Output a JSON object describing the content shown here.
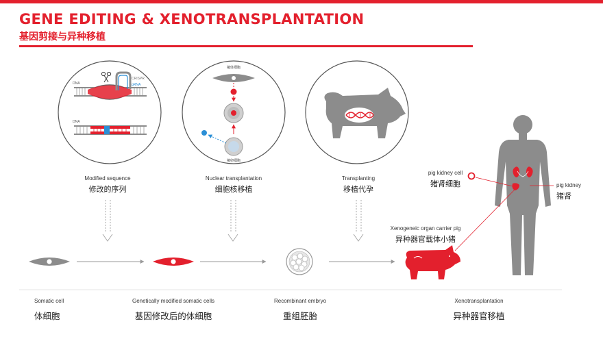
{
  "title": {
    "en": "GENE EDITING & XENOTRANSPLANTATION",
    "zh": "基因剪接与异种移植"
  },
  "colors": {
    "accent": "#e3202d",
    "grey": "#8c8c8c",
    "blue": "#2b8fd6"
  },
  "top_steps": [
    {
      "en": "Modified sequence",
      "zh": "修改的序列",
      "icon": "dna-editing-icon"
    },
    {
      "en": "Nuclear transplantation",
      "zh": "细胞核移植",
      "icon": "nuclear-transfer-icon"
    },
    {
      "en": "Transplanting",
      "zh": "移植代孕",
      "icon": "surrogate-pig-icon"
    }
  ],
  "dna_labels": {
    "dna_top": "DNA",
    "dna_bottom": "DNA",
    "crispr": "CRISPR",
    "grna": "gRNA"
  },
  "nuclear_labels": {
    "top_cell": "猪体细胞",
    "bottom_cell": "猪卵细胞"
  },
  "bottom_steps": [
    {
      "en": "Somatic cell",
      "zh": "体细胞"
    },
    {
      "en": "Genetically modified somatic cells",
      "zh": "基因修改后的体细胞"
    },
    {
      "en": "Recombinant embryo",
      "zh": "重组胚胎"
    },
    {
      "en": "Xenotransplantation",
      "zh": "异种器官移植"
    }
  ],
  "carrier_pig": {
    "en": "Xenogeneic organ carrier pig",
    "zh": "异种器官载体小猪"
  },
  "pig_kidney_cell": {
    "en": "pig kidney cell",
    "zh": "猪肾细胞"
  },
  "pig_kidney": {
    "en": "pig kidney",
    "zh": "猪肾"
  }
}
